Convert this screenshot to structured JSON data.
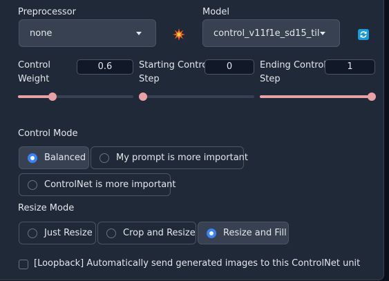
{
  "preprocessor": {
    "label": "Preprocessor",
    "value": "none"
  },
  "model": {
    "label": "Model",
    "value": "control_v11f1e_sd15_til"
  },
  "icons": {
    "run_preprocessor": "explosion-icon",
    "refresh_models": "refresh-icon"
  },
  "sliders": {
    "control_weight": {
      "label_line1": "Control",
      "label_line2": "Weight",
      "value": "0.6",
      "fraction": 0.3
    },
    "starting_step": {
      "label_line1": "Starting Control",
      "label_line2": "Step",
      "value": "0",
      "fraction": 0.0
    },
    "ending_step": {
      "label_line1": "Ending Control",
      "label_line2": "Step",
      "value": "1",
      "fraction": 1.0
    }
  },
  "control_mode": {
    "label": "Control Mode",
    "options": [
      "Balanced",
      "My prompt is more important",
      "ControlNet is more important"
    ],
    "selected": "Balanced"
  },
  "resize_mode": {
    "label": "Resize Mode",
    "options": [
      "Just Resize",
      "Crop and Resize",
      "Resize and Fill"
    ],
    "selected": "Resize and Fill"
  },
  "loopback": {
    "label": "[Loopback] Automatically send generated images to this ControlNet unit",
    "checked": false
  },
  "colors": {
    "accent": "#e8a2a5",
    "radio_selected": "#3b82f6",
    "refresh": "#1a9bd7",
    "background": "#1f2937"
  }
}
